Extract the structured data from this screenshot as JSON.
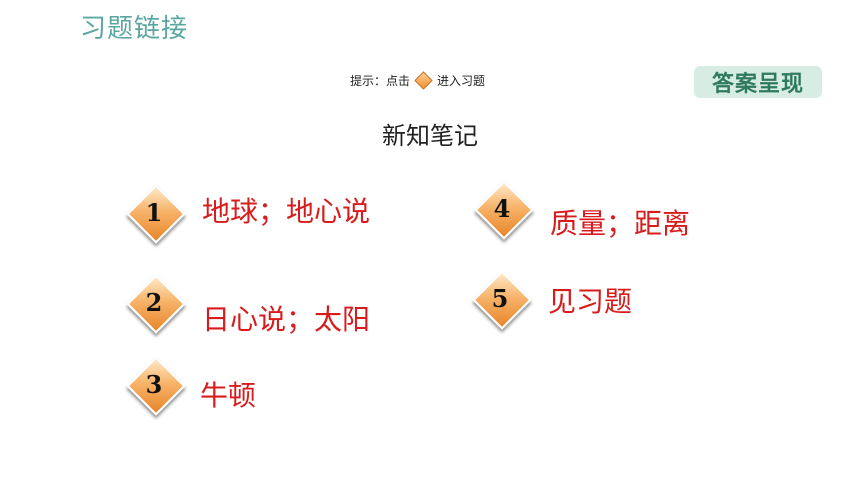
{
  "header": {
    "title": "习题链接"
  },
  "hint": {
    "prefix": "提示：点击",
    "suffix": "进入习题"
  },
  "answer_button": {
    "label": "答案呈现"
  },
  "subtitle": "新知笔记",
  "items": [
    {
      "number": "1",
      "answer": "地球；地心说"
    },
    {
      "number": "2",
      "answer": "日心说；太阳"
    },
    {
      "number": "3",
      "answer": "牛顿"
    },
    {
      "number": "4",
      "answer": "质量；距离"
    },
    {
      "number": "5",
      "answer": "见习题"
    }
  ],
  "colors": {
    "title": "#5aa7a0",
    "answer": "#d81c1c",
    "badge": "#f0902c",
    "button_bg": "#d7ece3"
  },
  "icons": {
    "hint_marker": "diamond-icon",
    "item_badge": "diamond-badge-icon"
  }
}
